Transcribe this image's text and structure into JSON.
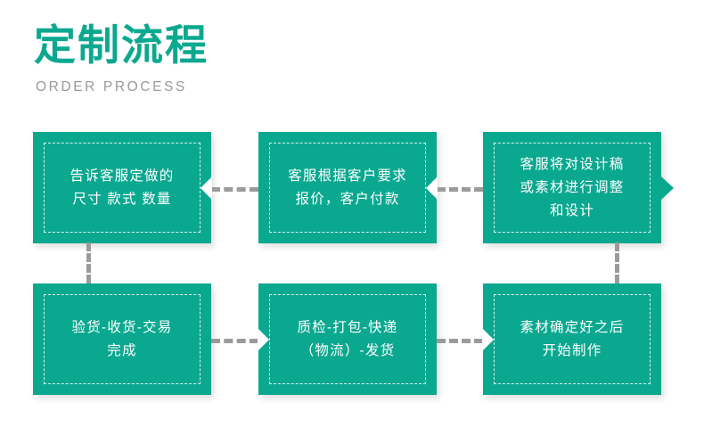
{
  "header": {
    "title": "定制流程",
    "subtitle": "ORDER PROCESS",
    "title_color": "#0BA890",
    "subtitle_color": "#9a9a9a"
  },
  "theme": {
    "node_fill": "#0BA890",
    "node_text": "#FFFFFF",
    "connector": "#9b9b9b",
    "background": "#FFFFFF"
  },
  "flow": {
    "direction": "left-to-right on top row, down at right, right-to-left on bottom row",
    "nodes": [
      {
        "id": "step-1",
        "order": 1,
        "label": "告诉客服定做的\n尺寸 款式 数量",
        "lines": [
          "告诉客服定做的",
          "尺寸 款式 数量"
        ]
      },
      {
        "id": "step-2",
        "order": 2,
        "label": "客服根据客户要求\n报价，客户付款",
        "lines": [
          "客服根据客户要求",
          "报价，客户付款"
        ]
      },
      {
        "id": "step-3",
        "order": 3,
        "label": "客服将对设计稿\n或素材进行调整\n和设计",
        "lines": [
          "客服将对设计稿",
          "或素材进行调整",
          "和设计"
        ]
      },
      {
        "id": "step-6",
        "order": 6,
        "label": "验货-收货-交易\n完成",
        "lines": [
          "验货-收货-交易",
          "完成"
        ]
      },
      {
        "id": "step-5",
        "order": 5,
        "label": "质检-打包-快递\n（物流）-发货",
        "lines": [
          "质检-打包-快递",
          "（物流）-发货"
        ]
      },
      {
        "id": "step-4",
        "order": 4,
        "label": "素材确定好之后\n开始制作",
        "lines": [
          "素材确定好之后",
          "开始制作"
        ]
      }
    ]
  }
}
